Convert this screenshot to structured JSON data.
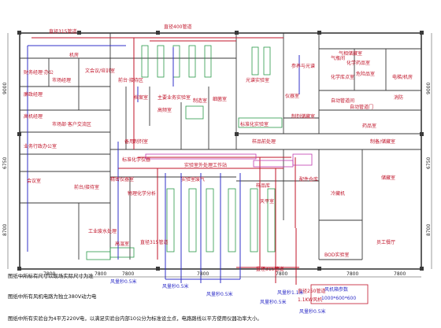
{
  "rooms": [
    "机房",
    "财务经理·办公",
    "市场经理",
    "文会议/培训室",
    "前台·接待区",
    "廉政经理",
    "档案室",
    "主要业务实验室",
    "高频室",
    "高机经理",
    "市场部·客户交流区",
    "制造室",
    "细菌室",
    "业务行政办公室",
    "备用制剂室",
    "标准化学仪器",
    "会议室",
    "前台/接待室",
    "物理化学分析",
    "实验室外处理工作站",
    "工业废水处理",
    "高温室",
    "光谱实验室",
    "标准化实验室",
    "样品前处理",
    "仪器室",
    "样品库",
    "天平室",
    "冷藏机",
    "储藏室",
    "员工餐厅",
    "BOD实验室",
    "化学药品室",
    "危险品室",
    "气瓶间",
    "电梯/机房",
    "自动管道间",
    "药品室",
    "制备/储藏室",
    "精密仪器室",
    "参养与光谱",
    "气相储藏室",
    "化学库点室",
    "自动管道门",
    "消防",
    "制剂储藏室",
    "配件仓库",
    "实验室废气"
  ],
  "dimensions": [
    "7800",
    "7800",
    "7800",
    "7800",
    "7800",
    "7800",
    "7800",
    "9000",
    "6750",
    "8700",
    "9000",
    "6750",
    "8700"
  ],
  "pipes": [
    {
      "label": "直径315管道",
      "color": "#c0152a"
    },
    {
      "label": "直径400管道",
      "color": "#c0152a"
    },
    {
      "label": "直径315管道",
      "color": "#c0152a"
    },
    {
      "label": "直径315管道",
      "color": "#c0152a"
    },
    {
      "label": "直径250管道",
      "color": "#c0152a"
    }
  ],
  "air_speeds": [
    "风量秒0.5米",
    "风量秒0.5米",
    "风量秒0.5米",
    "风量秒0.5米",
    "风量秒1.1米",
    "风量秒0.5米"
  ],
  "fan_note": {
    "power": "1.1KW风机",
    "title": "风机箱参数",
    "size": "1000*600*600"
  },
  "notes": [
    "图纸中所标有尺寸以现场实际尺寸为准",
    "图纸中所有风机电路为独立380V动力电",
    "图纸中所有实验台为4平方220V电，以满足实验台内部10公分为标准设立点，电路路线以平方使用仪器功率大小。"
  ],
  "colors": {
    "wall": "#3a3a3a",
    "duct_red": "#c0152a",
    "duct_blue": "#3030c8",
    "equipment": "#2a9a4a",
    "magenta": "#c03ab0"
  }
}
